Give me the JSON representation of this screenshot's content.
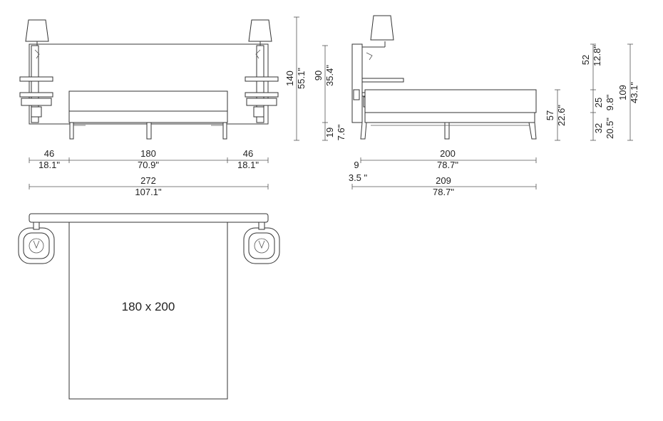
{
  "front_view": {
    "dims": {
      "left_width_cm": "46",
      "left_width_in": "18.1\"",
      "bed_width_cm": "180",
      "bed_width_in": "70.9\"",
      "right_width_cm": "46",
      "right_width_in": "18.1\"",
      "total_width_cm": "272",
      "total_width_in": "107.1\"",
      "height_cm": "140",
      "height_in": "55.1\"",
      "headboard_cm": "90",
      "headboard_in": "35.4\"",
      "leg_cm": "19",
      "leg_in": "7.6\""
    }
  },
  "side_view": {
    "dims": {
      "length_cm": "200",
      "length_in": "78.7\"",
      "offset_cm": "9",
      "offset_in": "3.5 \"",
      "total_length_cm": "209",
      "total_length_in": "78.7\"",
      "mattress_height_cm": "57",
      "mattress_height_in": "22.6\""
    }
  },
  "height_breakdown": {
    "top_cm": "52",
    "top_in": "12.8\"",
    "mid_cm": "25",
    "mid_in": "9.8\"",
    "low_cm": "32",
    "low_in": "20.5\"",
    "total_cm": "109",
    "total_in": "43.1\""
  },
  "plan_view": {
    "mattress_size": "180 x 200"
  }
}
